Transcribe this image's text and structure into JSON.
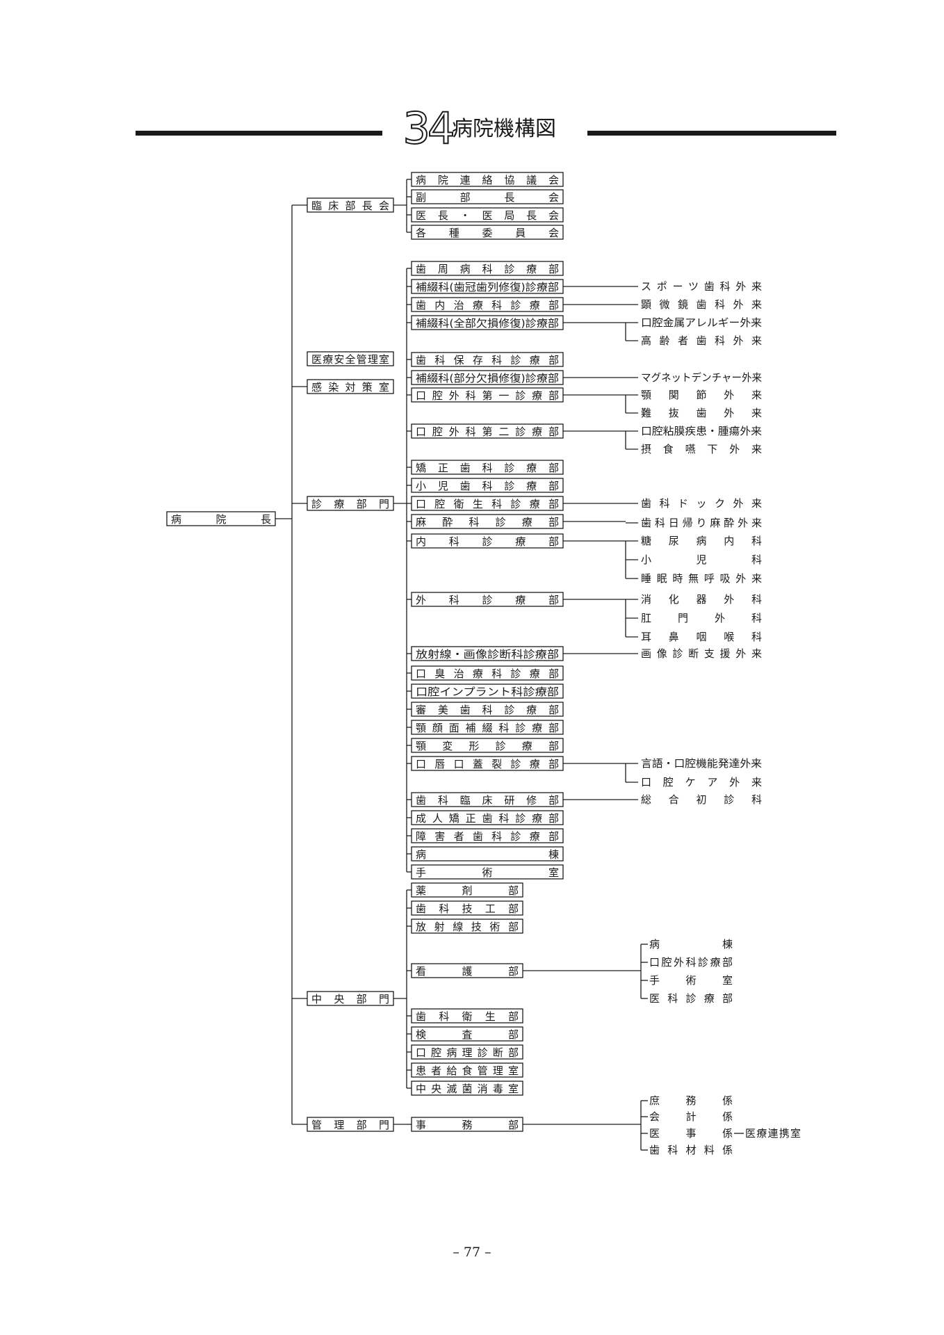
{
  "page": {
    "number": "34",
    "title": "病院機構図",
    "page_number": "– 77 –"
  },
  "org": {
    "root": "病　院　長",
    "lvl1": {
      "rinsho": "臨床部長会",
      "iryoanzen": "医療安全管理室",
      "kansen": "感染対策室",
      "shinryo": "診療部門",
      "chuo": "中央部門",
      "kanri": "管理部門"
    },
    "rinsho_children": [
      "病院連絡協議会",
      "副　部　長　会",
      "医長・医局長会",
      "各種委員会"
    ],
    "shinryo_children": [
      "歯周病科診療部",
      "補綴科(歯冠歯列修復)診療部",
      "歯内治療科診療部",
      "補綴科(全部欠損修復)診療部",
      "歯科保存科診療部",
      "補綴科(部分欠損修復)診療部",
      "口腔外科第一診療部",
      "口腔外科第二診療部",
      "矯正歯科診療部",
      "小児歯科診療部",
      "口腔衛生科診療部",
      "麻酔科診療部",
      "内科診療部",
      "外科診療部",
      "放射線・画像診断科診療部",
      "口臭治療科診療部",
      "口腔インプラント科診療部",
      "審美歯科診療部",
      "顎顔面補綴科診療部",
      "顎変形診療部",
      "口唇口蓋裂診療部",
      "歯科臨床研修部",
      "成人矯正歯科診療部",
      "障害者歯科診療部",
      "病　棟",
      "手　術　室"
    ],
    "clinic_groups": [
      [
        "スポーツ歯科外来"
      ],
      [
        "顕微鏡歯科外来"
      ],
      [
        "口腔金属アレルギー外来",
        "高齢者歯科外来"
      ],
      [
        "マグネットデンチャー外来"
      ],
      [
        "顎関節外来",
        "難抜歯外来"
      ],
      [
        "口腔粘膜疾患・腫瘍外来",
        "摂食嚥下外来"
      ],
      [
        "歯科ドック外来"
      ],
      [
        "歯科日帰り麻酔外来"
      ],
      [
        "糖尿病内科",
        "小　児　科",
        "睡眠時無呼吸外来"
      ],
      [
        "消化器外科",
        "肛門外科",
        "耳鼻咽喉科"
      ],
      [
        "画像診断支援外来"
      ],
      [
        "言語・口腔機能発達外来",
        "口腔ケア外来"
      ],
      [
        "総合初診科"
      ]
    ],
    "chuo_children": [
      "薬　剤　部",
      "歯科技工部",
      "放射線技術部",
      "看　護　部",
      "歯科衛生部",
      "検　査　部",
      "口腔病理診断部",
      "患者給食管理室",
      "中央滅菌消毒室"
    ],
    "kango_children": [
      "病　棟",
      "口腔外科診療部",
      "手　術　室",
      "医科診療部"
    ],
    "kanri_children": [
      "事　務　部"
    ],
    "jimu_children": [
      "庶務係",
      "会計係",
      "医事係",
      "歯科材料係"
    ],
    "iji_child": "医療連携室"
  }
}
